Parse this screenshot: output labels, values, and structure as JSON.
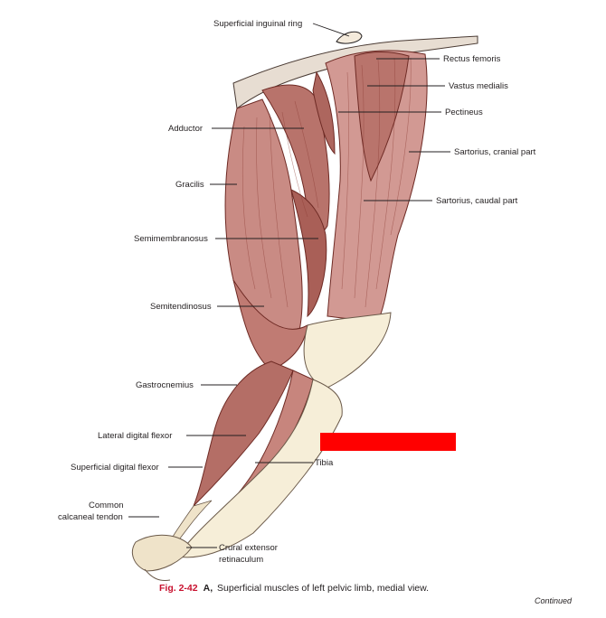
{
  "labels_left": {
    "superficial_inguinal_ring": "Superficial inguinal ring",
    "adductor": "Adductor",
    "gracilis": "Gracilis",
    "semimembranosus": "Semimembranosus",
    "semitendinosus": "Semitendinosus",
    "gastrocnemius": "Gastrocnemius",
    "lateral_digital_flexor": "Lateral digital flexor",
    "superficial_digital_flexor": "Superficial digital flexor",
    "common_calcaneal_tendon_line1": "Common",
    "common_calcaneal_tendon_line2": "calcaneal tendon"
  },
  "labels_right": {
    "rectus_femoris": "Rectus femoris",
    "vastus_medialis": "Vastus medialis",
    "pectineus": "Pectineus",
    "sartorius_cranial": "Sartorius, cranial part",
    "sartorius_caudal": "Sartorius, caudal part",
    "tibia": "Tibia",
    "crural_extensor_line1": "Crural extensor",
    "crural_extensor_line2": "retinaculum"
  },
  "caption": {
    "figure_number": "Fig. 2-42",
    "panel": "A,",
    "text": "Superficial muscles of left pelvic limb, medial view."
  },
  "footer": {
    "continued": "Continued"
  },
  "colors": {
    "muscle": "#c98b84",
    "muscle_dark": "#9e544c",
    "tendon": "#f6eed8",
    "redaction": "#ff0000"
  }
}
